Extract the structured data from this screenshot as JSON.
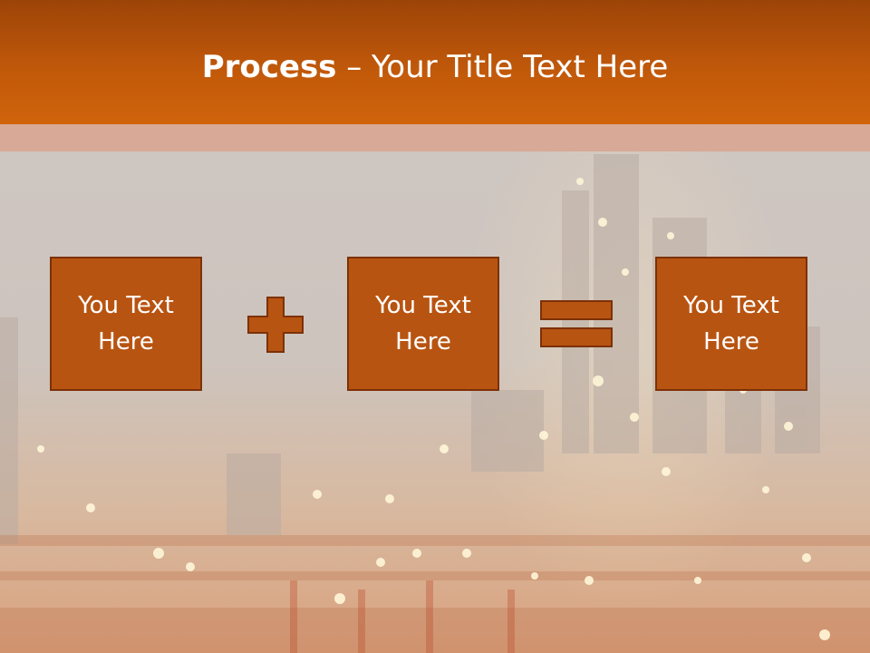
{
  "slide": {
    "title_bold": "Process",
    "title_rest": " – Your Title Text Here",
    "boxes": [
      {
        "line1": "You Text",
        "line2": "Here"
      },
      {
        "line1": "You Text",
        "line2": "Here"
      },
      {
        "line1": "You Text",
        "line2": "Here"
      }
    ],
    "operators": [
      "plus-icon",
      "equals-icon"
    ]
  },
  "colors": {
    "header": "#c35a0a",
    "box_fill": "#b85411",
    "box_border": "#7c3107",
    "title_text": "#ffffff"
  }
}
